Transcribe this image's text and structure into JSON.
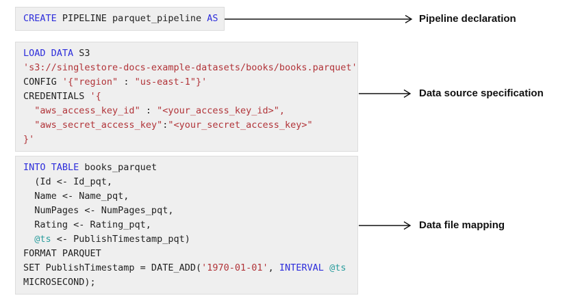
{
  "colors": {
    "keyword_blue": "#2d2ddb",
    "string_red": "#b13338",
    "variable_teal": "#2a9d9d",
    "code_text": "#1f1f1f",
    "block_background": "#efefef",
    "block_border": "#dcdcdc",
    "arrow_black": "#111111"
  },
  "annotations": [
    {
      "label": "Pipeline declaration"
    },
    {
      "label": "Data source specification"
    },
    {
      "label": "Data file mapping"
    }
  ],
  "code_blocks": [
    {
      "id": "pipeline-declaration",
      "lines": [
        [
          {
            "t": "CREATE",
            "s": "kw"
          },
          {
            "t": " PIPELINE parquet_pipeline ",
            "s": "plain"
          },
          {
            "t": "AS",
            "s": "kw"
          }
        ]
      ]
    },
    {
      "id": "data-source-specification",
      "lines": [
        [
          {
            "t": "LOAD DATA",
            "s": "kw"
          },
          {
            "t": " S3",
            "s": "plain"
          }
        ],
        [
          {
            "t": "'s3://singlestore-docs-example-datasets/books/books.parquet'",
            "s": "str"
          }
        ],
        [
          {
            "t": "CONFIG ",
            "s": "plain"
          },
          {
            "t": "'{\"region\"",
            "s": "str"
          },
          {
            "t": " : ",
            "s": "plain"
          },
          {
            "t": "\"us-east-1\"}'",
            "s": "str"
          }
        ],
        [
          {
            "t": "CREDENTIALS ",
            "s": "plain"
          },
          {
            "t": "'{",
            "s": "str"
          }
        ],
        [
          {
            "t": "  ",
            "s": "plain"
          },
          {
            "t": "\"aws_access_key_id\"",
            "s": "str"
          },
          {
            "t": " : ",
            "s": "plain"
          },
          {
            "t": "\"<your_access_key_id>\",",
            "s": "str"
          }
        ],
        [
          {
            "t": "  ",
            "s": "plain"
          },
          {
            "t": "\"aws_secret_access_key\"",
            "s": "str"
          },
          {
            "t": ":",
            "s": "plain"
          },
          {
            "t": "\"<your_secret_access_key>\"",
            "s": "str"
          }
        ],
        [
          {
            "t": "}'",
            "s": "str"
          }
        ]
      ]
    },
    {
      "id": "data-file-mapping",
      "lines": [
        [
          {
            "t": "INTO TABLE",
            "s": "kw"
          },
          {
            "t": " books_parquet",
            "s": "plain"
          }
        ],
        [
          {
            "t": "  (Id <- Id_pqt,",
            "s": "plain"
          }
        ],
        [
          {
            "t": "  Name <- Name_pqt,",
            "s": "plain"
          }
        ],
        [
          {
            "t": "  NumPages <- NumPages_pqt,",
            "s": "plain"
          }
        ],
        [
          {
            "t": "  Rating <- Rating_pqt,",
            "s": "plain"
          }
        ],
        [
          {
            "t": "  ",
            "s": "plain"
          },
          {
            "t": "@ts",
            "s": "var"
          },
          {
            "t": " <- PublishTimestamp_pqt)",
            "s": "plain"
          }
        ],
        [
          {
            "t": "FORMAT PARQUET",
            "s": "plain"
          }
        ],
        [
          {
            "t": "SET PublishTimestamp = DATE_ADD(",
            "s": "plain"
          },
          {
            "t": "'1970-01-01'",
            "s": "str"
          },
          {
            "t": ", ",
            "s": "plain"
          },
          {
            "t": "INTERVAL",
            "s": "kw"
          },
          {
            "t": " ",
            "s": "plain"
          },
          {
            "t": "@ts",
            "s": "var"
          }
        ],
        [
          {
            "t": "MICROSECOND);",
            "s": "plain"
          }
        ]
      ]
    }
  ]
}
